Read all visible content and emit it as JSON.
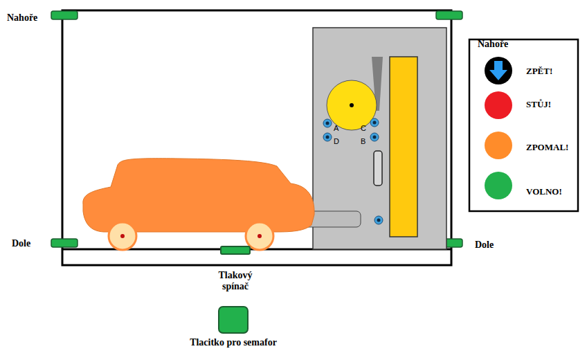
{
  "diagram": {
    "nodes": [
      {
        "text": [
          "Tlakový spínač"
        ]
      },
      {
        "text": [
          "Tlacitko pro semafor"
        ]
      }
    ],
    "labels": [
      "Nahoře",
      "Nahoře",
      "Dole",
      "Dole",
      "A",
      "D",
      "C",
      "B",
      "ZPĚT!",
      "STŮJ!",
      "ZPOMAL!",
      "VOLNO!"
    ]
  }
}
